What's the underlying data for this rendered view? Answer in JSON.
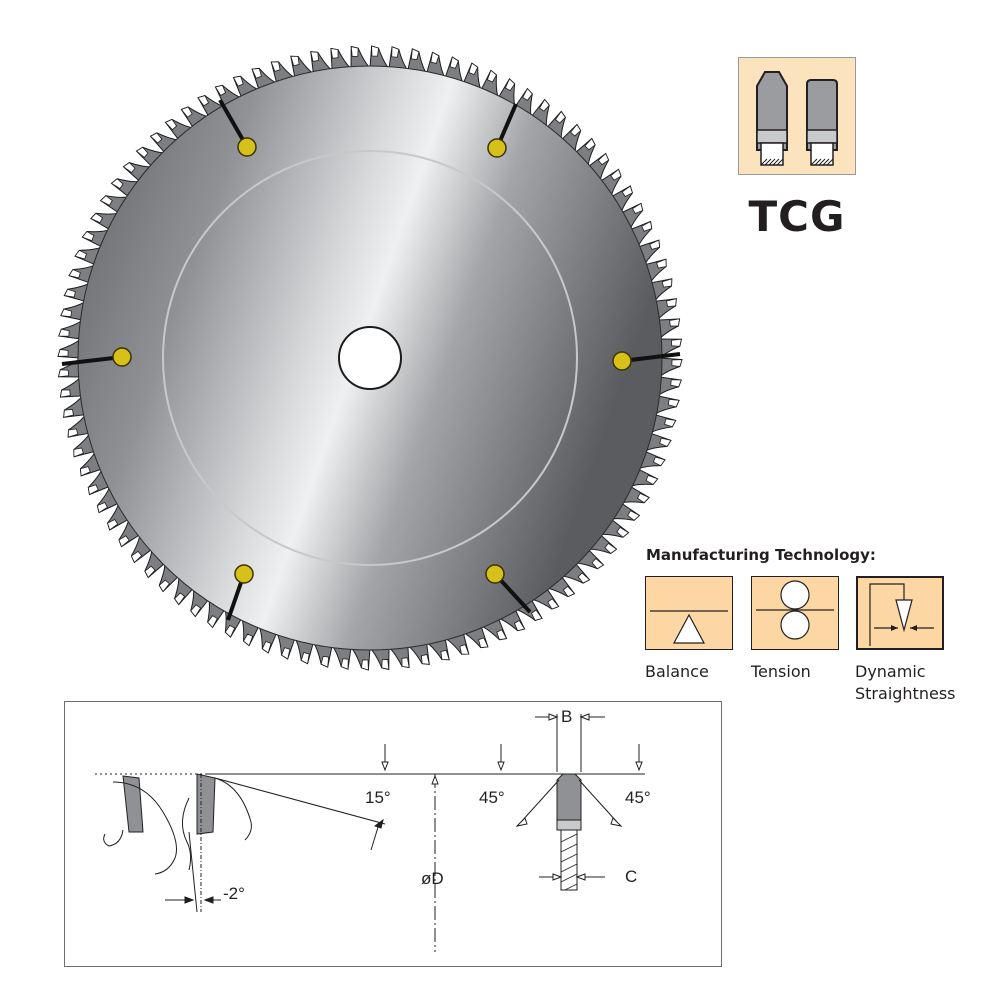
{
  "product": {
    "tooth_type": "TCG",
    "tooth_icon": "tcg-tooth-profile-icon"
  },
  "manufacturing": {
    "title": "Manufacturing Technology:",
    "items": [
      {
        "label": "Balance",
        "icon": "balance-icon"
      },
      {
        "label": "Tension",
        "icon": "tension-rollers-icon"
      },
      {
        "label": "Dynamic\nStraightness",
        "icon": "dynamic-straightness-icon"
      }
    ]
  },
  "dimensions": {
    "angle_15": "15°",
    "angle_45_left": "45°",
    "angle_45_right": "45°",
    "angle_neg2": "-2°",
    "diameter": "øD",
    "kerf": "B",
    "plate": "C"
  },
  "colors": {
    "blade_dark": "#5c5e62",
    "blade_light": "#e8e9ea",
    "gullet_hole": "#d8c01a",
    "panel_bg": "#fbe3be",
    "box_bg": "#fcd7a4",
    "ink": "#231f20"
  }
}
